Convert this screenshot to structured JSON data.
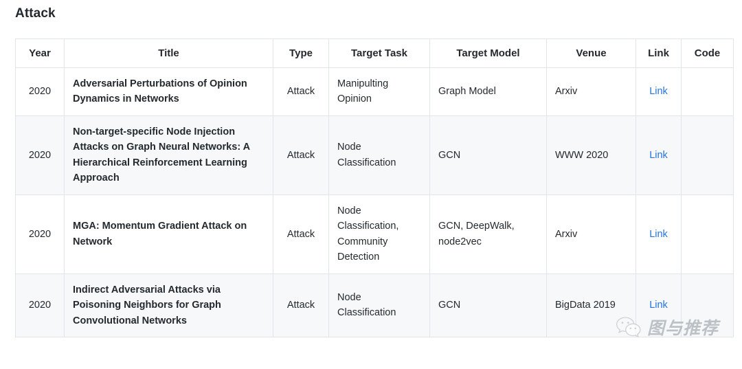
{
  "page": {
    "title": "Attack"
  },
  "table": {
    "columns": [
      {
        "key": "year",
        "label": "Year"
      },
      {
        "key": "title",
        "label": "Title"
      },
      {
        "key": "type",
        "label": "Type"
      },
      {
        "key": "task",
        "label": "Target Task"
      },
      {
        "key": "model",
        "label": "Target Model"
      },
      {
        "key": "venue",
        "label": "Venue"
      },
      {
        "key": "link",
        "label": "Link"
      },
      {
        "key": "code",
        "label": "Code"
      }
    ],
    "rows": [
      {
        "year": "2020",
        "title": "Adversarial Perturbations of Opinion Dynamics in Networks",
        "type": "Attack",
        "task": "Manipulting Opinion",
        "model": "Graph Model",
        "venue": "Arxiv",
        "link": "Link",
        "code": ""
      },
      {
        "year": "2020",
        "title": "Non-target-specific Node Injection Attacks on Graph Neural Networks: A Hierarchical Reinforcement Learning Approach",
        "type": "Attack",
        "task": "Node Classification",
        "model": "GCN",
        "venue": "WWW 2020",
        "link": "Link",
        "code": ""
      },
      {
        "year": "2020",
        "title": "MGA: Momentum Gradient Attack on Network",
        "type": "Attack",
        "task": "Node Classification, Community Detection",
        "model": "GCN, DeepWalk, node2vec",
        "venue": "Arxiv",
        "link": "Link",
        "code": ""
      },
      {
        "year": "2020",
        "title": "Indirect Adversarial Attacks via Poisoning Neighbors for Graph Convolutional Networks",
        "type": "Attack",
        "task": "Node Classification",
        "model": "GCN",
        "venue": "BigData 2019",
        "link": "Link",
        "code": ""
      }
    ]
  },
  "watermark": {
    "icon": "wechat-icon",
    "text": "图与推荐"
  },
  "colors": {
    "link": "#2372e0",
    "border": "#e1e4e8",
    "stripe": "#f6f8fa",
    "text": "#24292e",
    "watermark_blue": "#3b6fd4",
    "watermark_gray": "#9aa0a6"
  }
}
